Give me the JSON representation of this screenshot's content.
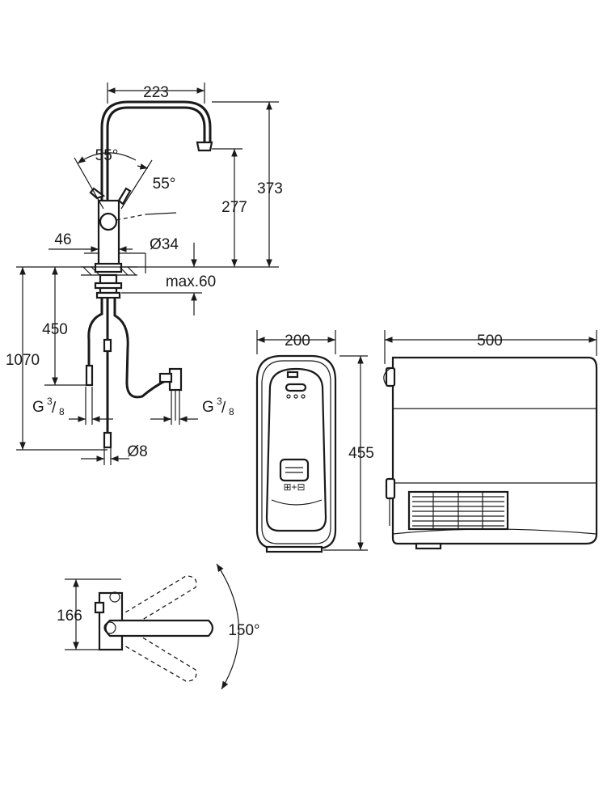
{
  "labels": {
    "width_223": "223",
    "height_373": "373",
    "height_277": "277",
    "angle_55_left": "55°",
    "angle_55_right": "55°",
    "offset_46": "46",
    "diam_34": "Ø34",
    "max_60": "max.60",
    "depth_450": "450",
    "total_1070": "1070",
    "thread_left_g": "G",
    "thread_left_num": "3",
    "thread_left_den": "8",
    "thread_right_g": "G",
    "thread_right_num": "3",
    "thread_right_den": "8",
    "diam_8": "Ø8",
    "unit_width_200": "200",
    "unit_height_455": "455",
    "unit_depth_500": "500",
    "spout_166": "166",
    "swivel_150": "150°"
  }
}
